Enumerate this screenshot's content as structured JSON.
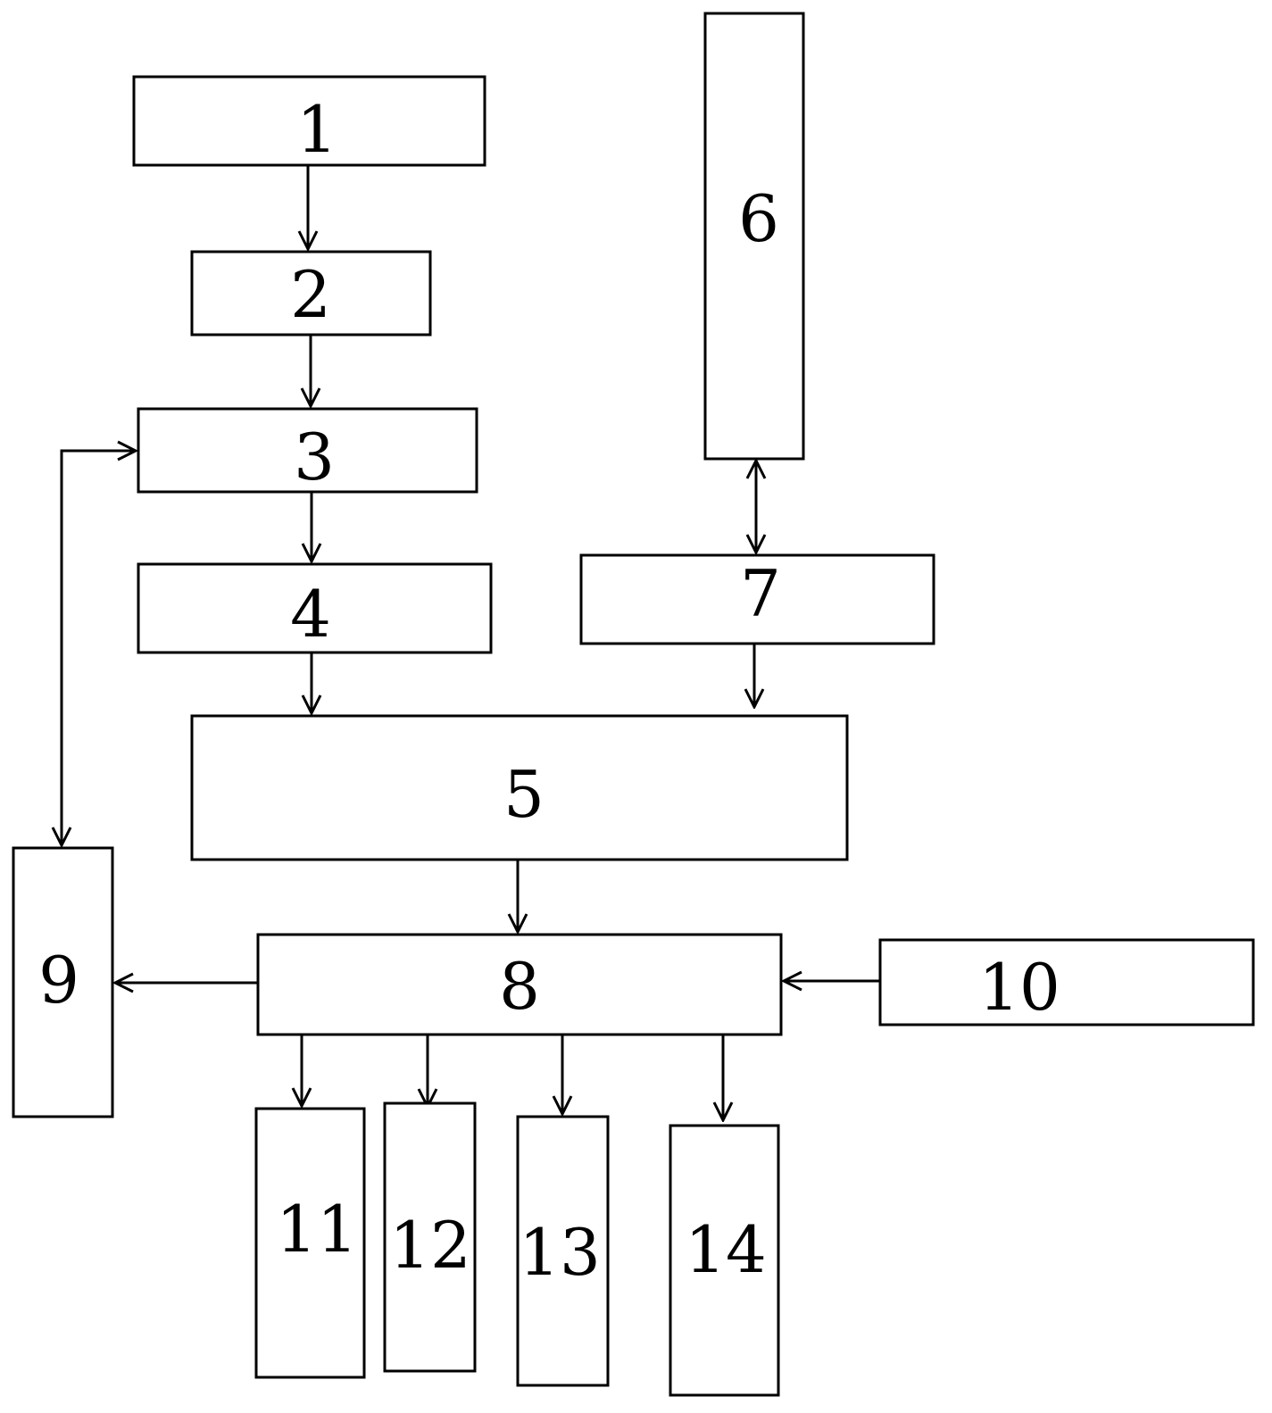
{
  "diagram": {
    "nodes": [
      {
        "id": "1",
        "label": "1"
      },
      {
        "id": "2",
        "label": "2"
      },
      {
        "id": "3",
        "label": "3"
      },
      {
        "id": "4",
        "label": "4"
      },
      {
        "id": "5",
        "label": "5"
      },
      {
        "id": "6",
        "label": "6"
      },
      {
        "id": "7",
        "label": "7"
      },
      {
        "id": "8",
        "label": "8"
      },
      {
        "id": "9",
        "label": "9"
      },
      {
        "id": "10",
        "label": "10"
      },
      {
        "id": "11",
        "label": "11"
      },
      {
        "id": "12",
        "label": "12"
      },
      {
        "id": "13",
        "label": "13"
      },
      {
        "id": "14",
        "label": "14"
      }
    ],
    "edges": [
      {
        "from": "1",
        "to": "2",
        "bidirectional": false
      },
      {
        "from": "2",
        "to": "3",
        "bidirectional": false
      },
      {
        "from": "3",
        "to": "4",
        "bidirectional": false
      },
      {
        "from": "4",
        "to": "5",
        "bidirectional": false
      },
      {
        "from": "6",
        "to": "7",
        "bidirectional": true
      },
      {
        "from": "7",
        "to": "5",
        "bidirectional": false
      },
      {
        "from": "5",
        "to": "8",
        "bidirectional": false
      },
      {
        "from": "8",
        "to": "9",
        "bidirectional": false
      },
      {
        "from": "10",
        "to": "8",
        "bidirectional": false
      },
      {
        "from": "9",
        "to": "3",
        "bidirectional": true
      },
      {
        "from": "8",
        "to": "11",
        "bidirectional": false
      },
      {
        "from": "8",
        "to": "12",
        "bidirectional": false
      },
      {
        "from": "8",
        "to": "13",
        "bidirectional": false
      },
      {
        "from": "8",
        "to": "14",
        "bidirectional": false
      }
    ]
  }
}
